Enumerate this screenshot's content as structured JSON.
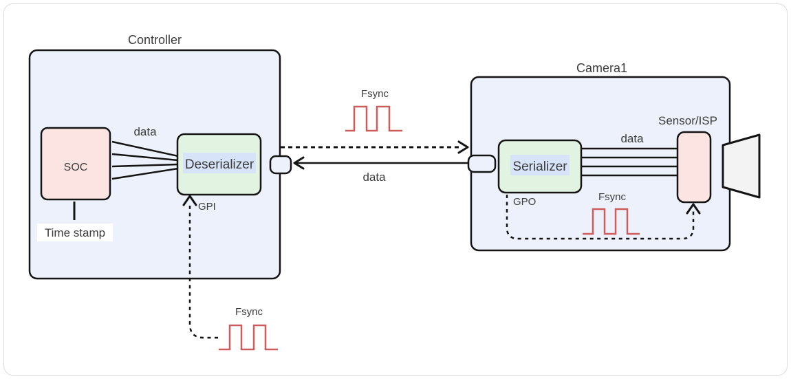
{
  "diagram": {
    "controller": {
      "title": "Controller",
      "soc_label": "SOC",
      "time_stamp_label": "Time stamp",
      "data_label": "data",
      "deserializer_label": "Deserializer",
      "gpi_label": "GPI",
      "fsync_label": "Fsync"
    },
    "link": {
      "fsync_label": "Fsync",
      "data_label": "data"
    },
    "camera": {
      "title": "Camera1",
      "serializer_label": "Serializer",
      "gpo_label": "GPO",
      "data_label": "data",
      "fsync_label": "Fsync",
      "sensor_label": "Sensor/ISP"
    },
    "colors": {
      "container_fill": "#edf1fb",
      "chip_pink": "#fce4e3",
      "chip_green": "#e3f3e2",
      "text_highlight": "#d7e3f9",
      "wave_red": "#cd5c5c",
      "line": "#141414",
      "lens_fill": "#f3f3f3",
      "frame_border": "#dcdcdc"
    }
  }
}
